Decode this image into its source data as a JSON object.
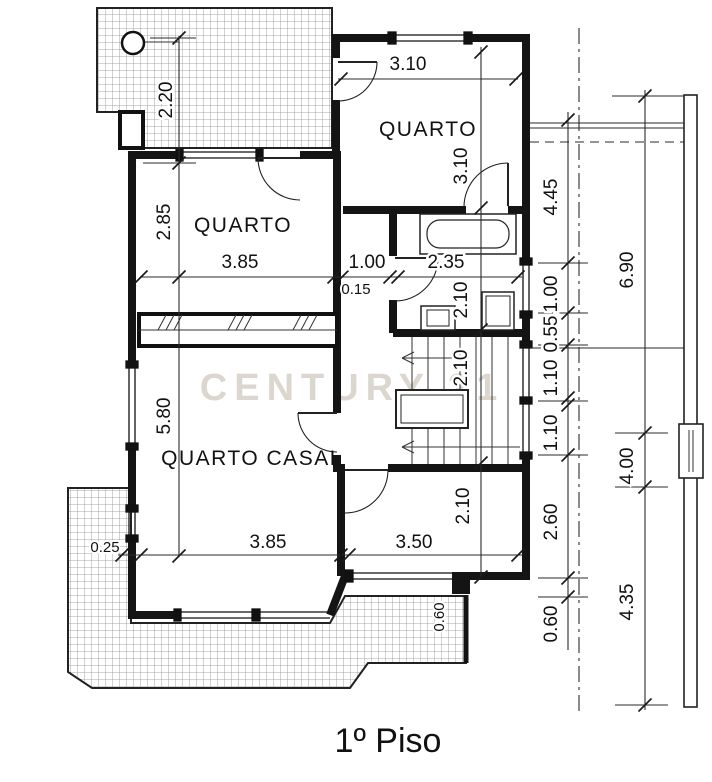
{
  "title": "1º Piso",
  "watermark": "CENTURY 21",
  "rooms": {
    "bedroom_top_right": "QUARTO",
    "bedroom_left": "QUARTO",
    "master_bedroom": "QUARTO CASAL"
  },
  "dims": {
    "terrace_height": "2.20",
    "bedroom_left_height": "2.85",
    "master_height": "5.80",
    "top_width": "3.10",
    "bedroom_top_height": "3.10",
    "mid_master": "3.85",
    "mid_hall": "1.00",
    "mid_wall": "0.15",
    "mid_bath": "2.35",
    "bath_height": "2.10",
    "stair_height": "2.10",
    "lower_room_height": "2.10",
    "bottom_offset": "0.25",
    "bottom_master": "3.85",
    "bottom_room": "3.50",
    "balcony_depth": "0.60",
    "right_inner": [
      "4.45",
      "1.00",
      "0.55",
      "1.10",
      "1.10",
      "2.60",
      "0.60"
    ],
    "right_outer": [
      "6.90",
      "4.00",
      "4.35"
    ]
  }
}
